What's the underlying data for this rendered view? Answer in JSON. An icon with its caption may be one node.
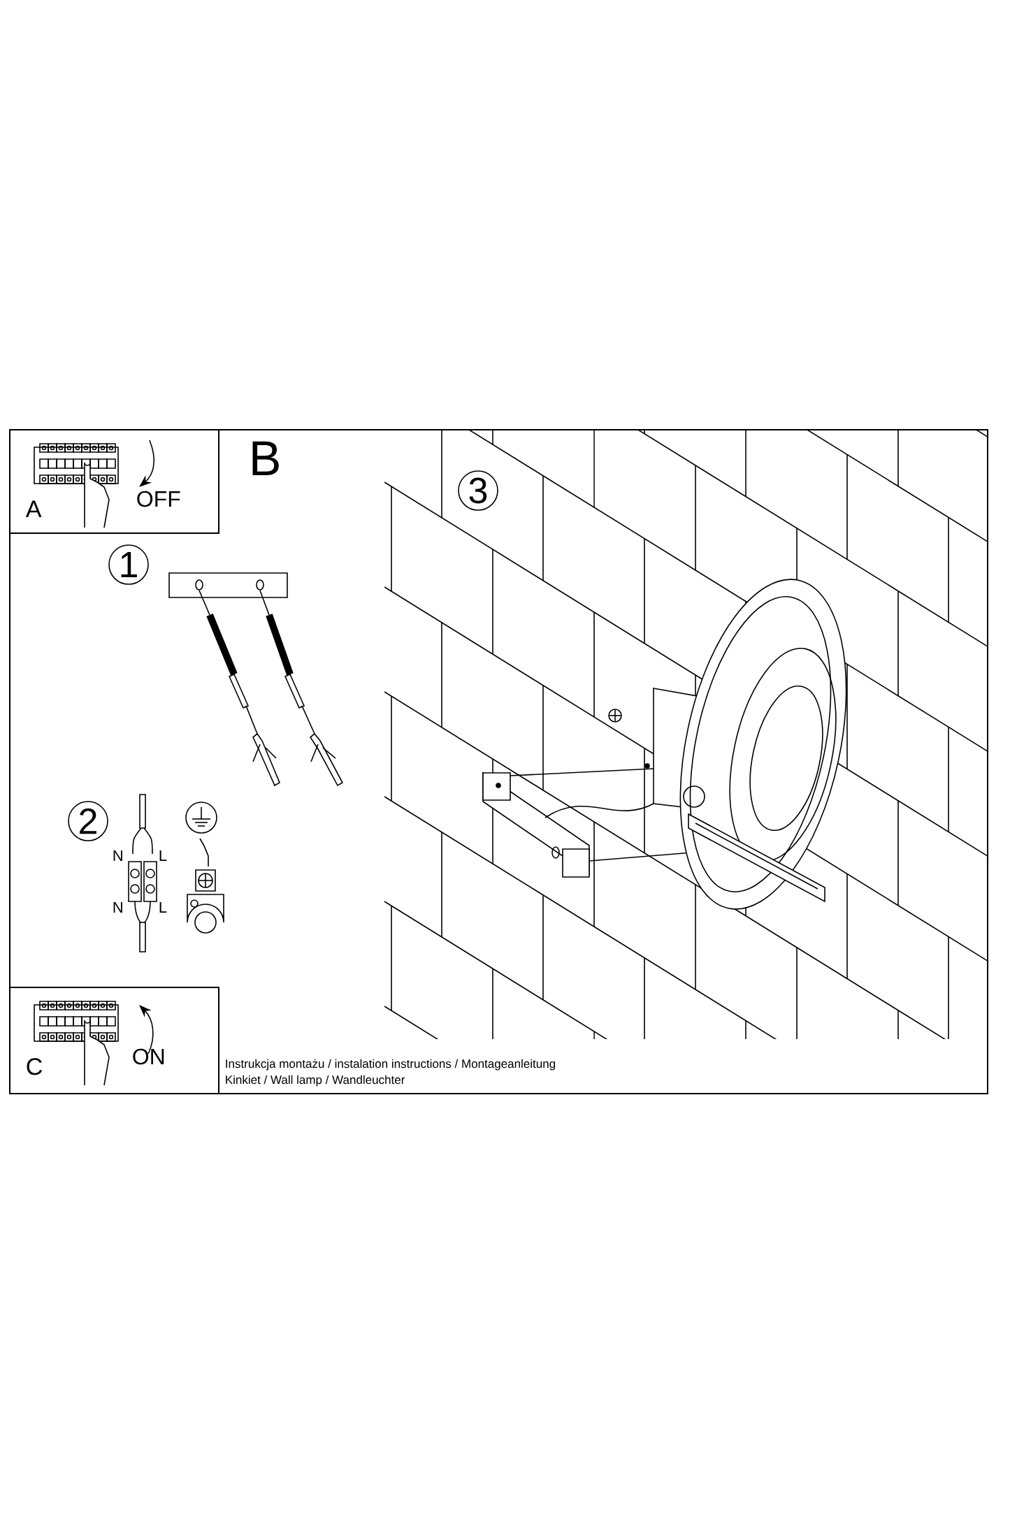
{
  "diagram": {
    "nodes": [
      {
        "text": [
          "A",
          "OFF"
        ]
      },
      {
        "text": [
          "3"
        ]
      },
      {
        "text": [
          "1"
        ]
      },
      {
        "text": [
          "2"
        ]
      },
      {
        "text": [
          "C",
          "ON"
        ]
      }
    ],
    "labels": [
      "B",
      "N",
      "L",
      "N",
      "L",
      "Instrukcja montażu / instalation instructions / Montageanleitung",
      "Kinkiet / Wall lamp / Wandleuchter"
    ]
  }
}
